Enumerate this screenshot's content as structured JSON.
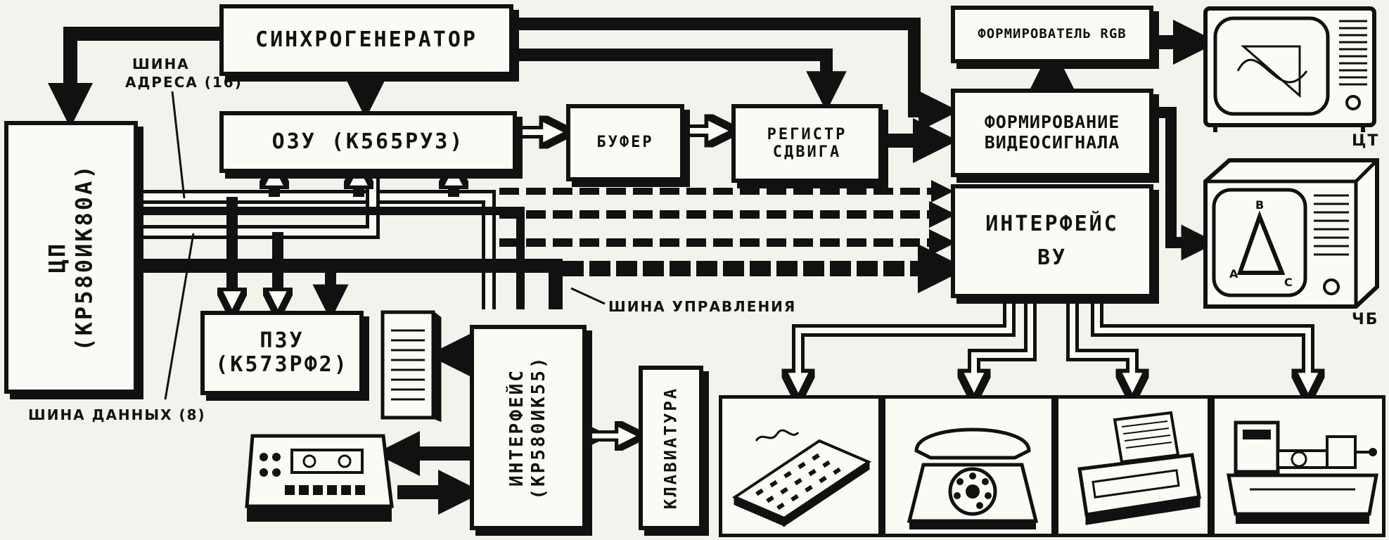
{
  "blocks": {
    "sync": "СИНХРОГЕНЕРАТОР",
    "rgb": "ФОРМИРОВАТЕЛЬ RGB",
    "ram": "ОЗУ (К565РУ3)",
    "buffer": "БУФЕР",
    "shift_line1": "РЕГИСТР",
    "shift_line2": "СДВИГА",
    "video_line1": "ФОРМИРОВАНИЕ",
    "video_line2": "ВИДЕОСИГНАЛА",
    "ext_if_line1": "ИНТЕРФЕЙС",
    "ext_if_line2": "ВУ",
    "cpu_line1": "ЦП",
    "cpu_line2": "(КР580ИК80А)",
    "rom_line1": "ПЗУ",
    "rom_line2": "(К573РФ2)",
    "io_if_line1": "ИНТЕРФЕЙС",
    "io_if_line2": "(КР580ИК55)",
    "keyboard": "КЛАВИАТУРА"
  },
  "labels": {
    "addr_bus_line1": "ШИНА",
    "addr_bus_line2": "АДРЕСА (16)",
    "data_bus": "ШИНА ДАННЫХ (8)",
    "ctrl_bus": "ШИНА УПРАВЛЕНИЯ",
    "color_tv": "ЦТ",
    "bw_tv": "ЧБ",
    "tv_bw_letters": [
      "В",
      "А",
      "С"
    ]
  },
  "icons": {
    "color_tv": "color-tv-icon",
    "bw_tv": "bw-tv-icon",
    "speaker": "speaker-icon",
    "cassette": "cassette-recorder-icon",
    "devices": [
      "keypad-icon",
      "telephone-icon",
      "printer-icon",
      "lathe-icon"
    ]
  },
  "colors": {
    "ink": "#111111",
    "paper": "#fbfaf5",
    "background": "#f4f2ec"
  }
}
